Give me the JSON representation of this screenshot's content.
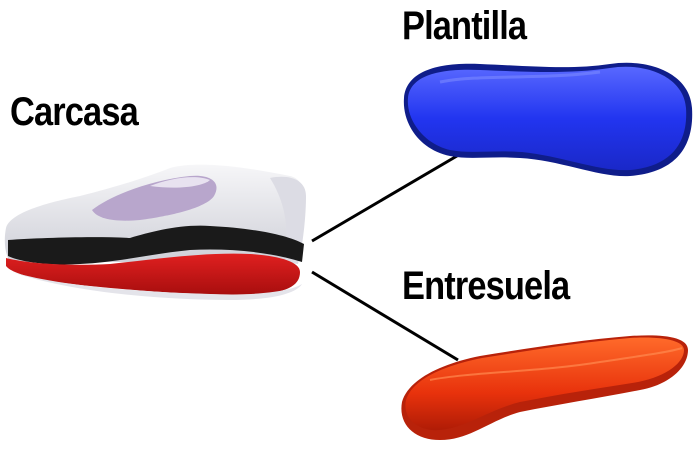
{
  "labels": {
    "carcasa": "Carcasa",
    "plantilla": "Plantilla",
    "entresuela": "Entresuela"
  },
  "colors": {
    "insole_blue": "#2a3cf0",
    "midsole_red": "#e8320c",
    "shoe_red": "#d41818",
    "shoe_black": "#1a1a1a",
    "shoe_white": "#eeeef2",
    "shoe_lavender": "#b8a6cc",
    "connector": "#000000"
  }
}
